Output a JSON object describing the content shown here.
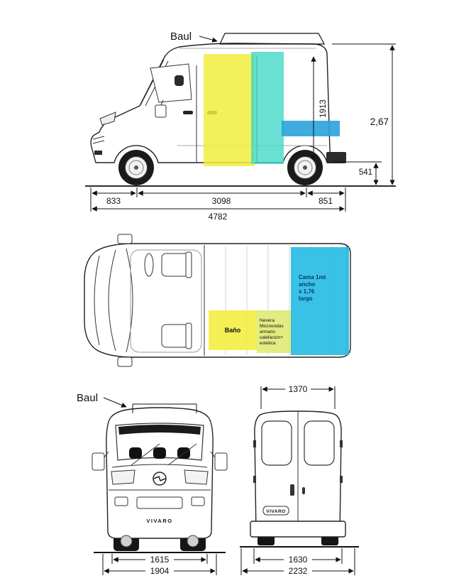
{
  "side_view": {
    "baul": "Baul",
    "dim_interior_height": "1913",
    "dim_total_height": "2,67",
    "dim_rear_floor": "541",
    "dim_front_overhang": "833",
    "dim_wheelbase": "3098",
    "dim_rear_overhang": "851",
    "dim_total_length": "4782"
  },
  "plan_view": {
    "bano": "Baño",
    "nevera_lines": [
      "Nevera",
      "Microondas",
      "armario",
      "calefacion+",
      "estetica"
    ],
    "cama_lines": [
      "Cama 1mt",
      "ancho",
      "x 1,76",
      "largo"
    ]
  },
  "front_view": {
    "baul": "Baul",
    "badge": "VIVARO",
    "dim_track": "1615",
    "dim_width": "1904"
  },
  "rear_view": {
    "badge": "VIVARO",
    "dim_roof_width": "1370",
    "dim_door_width": "1630",
    "dim_total_width": "2232"
  },
  "colors": {
    "side_yellow": "#f2ed3e",
    "side_cyan": "#43d8c6",
    "side_blue": "#2aa3dc",
    "plan_yellow": "#f2ed3e",
    "plan_nevera": "#dce96c",
    "plan_cyan": "#29bce6"
  }
}
